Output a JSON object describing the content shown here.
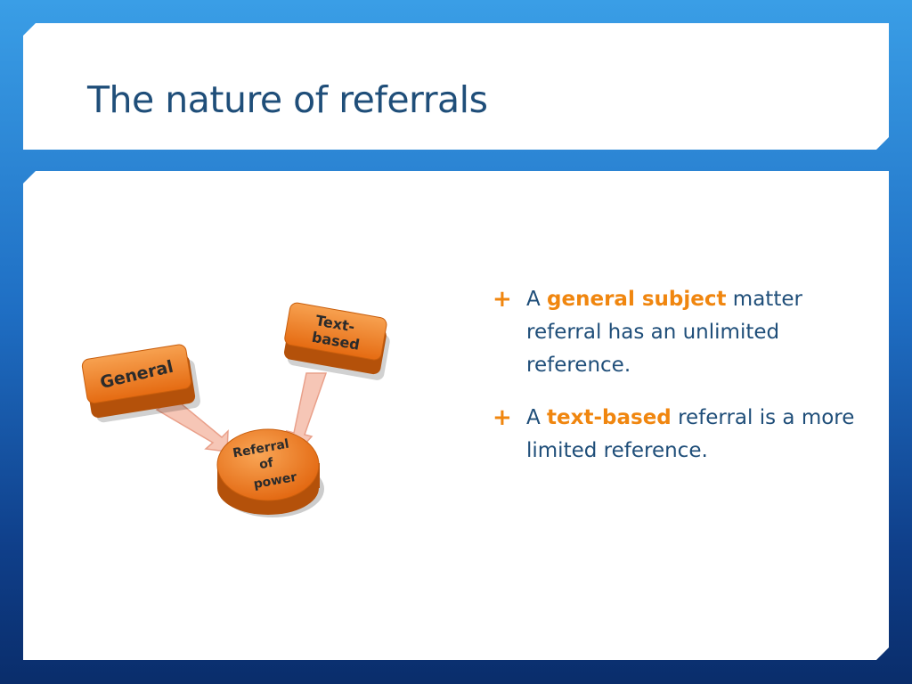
{
  "slide": {
    "title": "The nature of referrals",
    "bullets": [
      {
        "pre": "A ",
        "highlight": "general subject",
        "post": " matter referral has an unlimited reference."
      },
      {
        "pre": "A ",
        "highlight": "text-based",
        "post": " referral is a more limited reference."
      }
    ]
  },
  "diagram": {
    "node_general": "General",
    "node_text_line1": "Text-",
    "node_text_line2": "based",
    "node_center_line1": "Referral",
    "node_center_line2": "of",
    "node_center_line3": "power"
  },
  "colors": {
    "accent": "#f0860f",
    "title_text": "#1f4e79",
    "node_orange": "#e8731a",
    "arrow_fill": "#f4c0b0"
  }
}
